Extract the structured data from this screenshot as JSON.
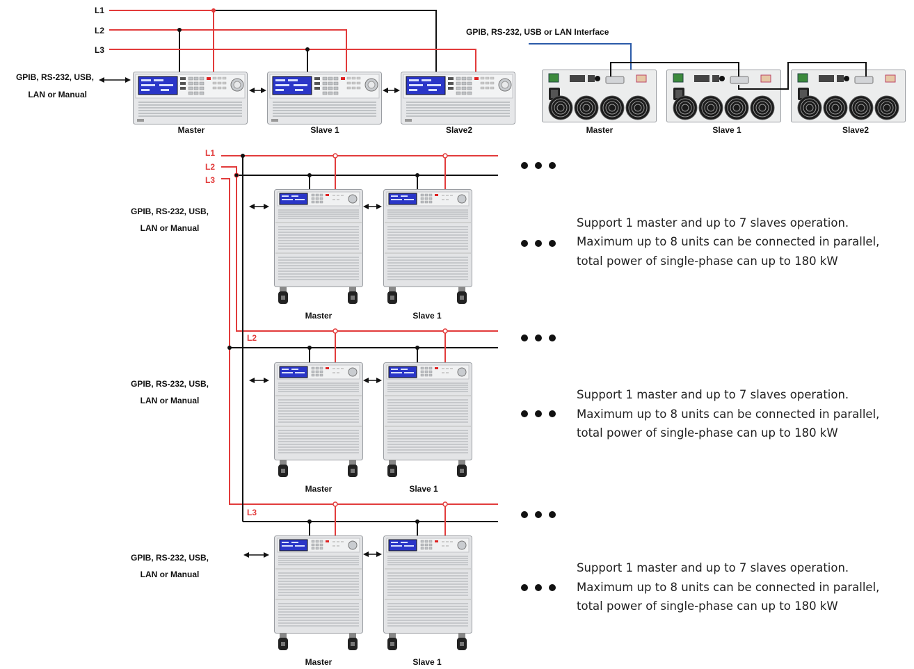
{
  "colors": {
    "phase_line": "#e23b3b",
    "neutral_line": "#111111",
    "interface_line": "#2a5aa8",
    "device_body": "#e6e7e9",
    "display": "#2a36c8"
  },
  "top_left": {
    "lines": [
      "L1",
      "L2",
      "L3"
    ],
    "control_label_line1": "GPIB, RS-232, USB,",
    "control_label_line2": "LAN or Manual",
    "units": [
      "Master",
      "Slave 1",
      "Slave2"
    ]
  },
  "top_right": {
    "interface_label": "GPIB, RS-232, USB or LAN Interface",
    "units": [
      "Master",
      "Slave 1",
      "Slave2"
    ]
  },
  "groups": [
    {
      "lines": [
        "L1",
        "L2",
        "L3"
      ],
      "control_label_line1": "GPIB, RS-232, USB,",
      "control_label_line2": "LAN or Manual",
      "units": [
        "Master",
        "Slave 1"
      ],
      "ellipsis": "• • •",
      "description": [
        "Support 1 master and up to 7 slaves operation.",
        "Maximum up to 8 units can be connected in parallel,",
        "total power of single-phase can up to 180 kW"
      ]
    },
    {
      "line_label": "L2",
      "control_label_line1": "GPIB, RS-232, USB,",
      "control_label_line2": "LAN or Manual",
      "units": [
        "Master",
        "Slave 1"
      ],
      "ellipsis": "• • •",
      "description": [
        "Support 1 master and up to 7 slaves operation.",
        "Maximum up to 8 units can be connected in parallel,",
        "total power of single-phase can up to 180 kW"
      ]
    },
    {
      "line_label": "L3",
      "control_label_line1": "GPIB, RS-232, USB,",
      "control_label_line2": "LAN or Manual",
      "units": [
        "Master",
        "Slave 1"
      ],
      "ellipsis": "• • •",
      "description": [
        "Support 1 master and up to 7 slaves operation.",
        "Maximum up to 8 units can be connected in parallel,",
        "total power of single-phase can up to 180 kW"
      ]
    }
  ]
}
